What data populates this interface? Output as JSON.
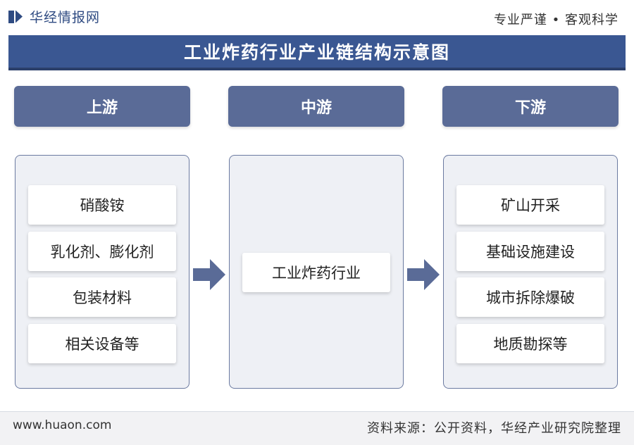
{
  "header": {
    "logo_text": "华经情报网",
    "motto": "专业严谨 • 客观科学"
  },
  "title": "工业炸药行业产业链结构示意图",
  "stages": {
    "upstream": {
      "label": "上游",
      "items": [
        "硝酸铵",
        "乳化剂、膨化剂",
        "包装材料",
        "相关设备等"
      ]
    },
    "midstream": {
      "label": "中游",
      "items": [
        "工业炸药行业"
      ]
    },
    "downstream": {
      "label": "下游",
      "items": [
        "矿山开采",
        "基础设施建设",
        "城市拆除爆破",
        "地质勘探等"
      ]
    }
  },
  "footer": {
    "url": "www.huaon.com",
    "source": "资料来源：公开资料，华经产业研究院整理"
  },
  "colors": {
    "title_bar": "#3a5792",
    "stage_header": "#5a6b97",
    "arrow": "#5a6b97",
    "panel_border": "#6b7aa0",
    "panel_fill": "#eef0f5"
  }
}
